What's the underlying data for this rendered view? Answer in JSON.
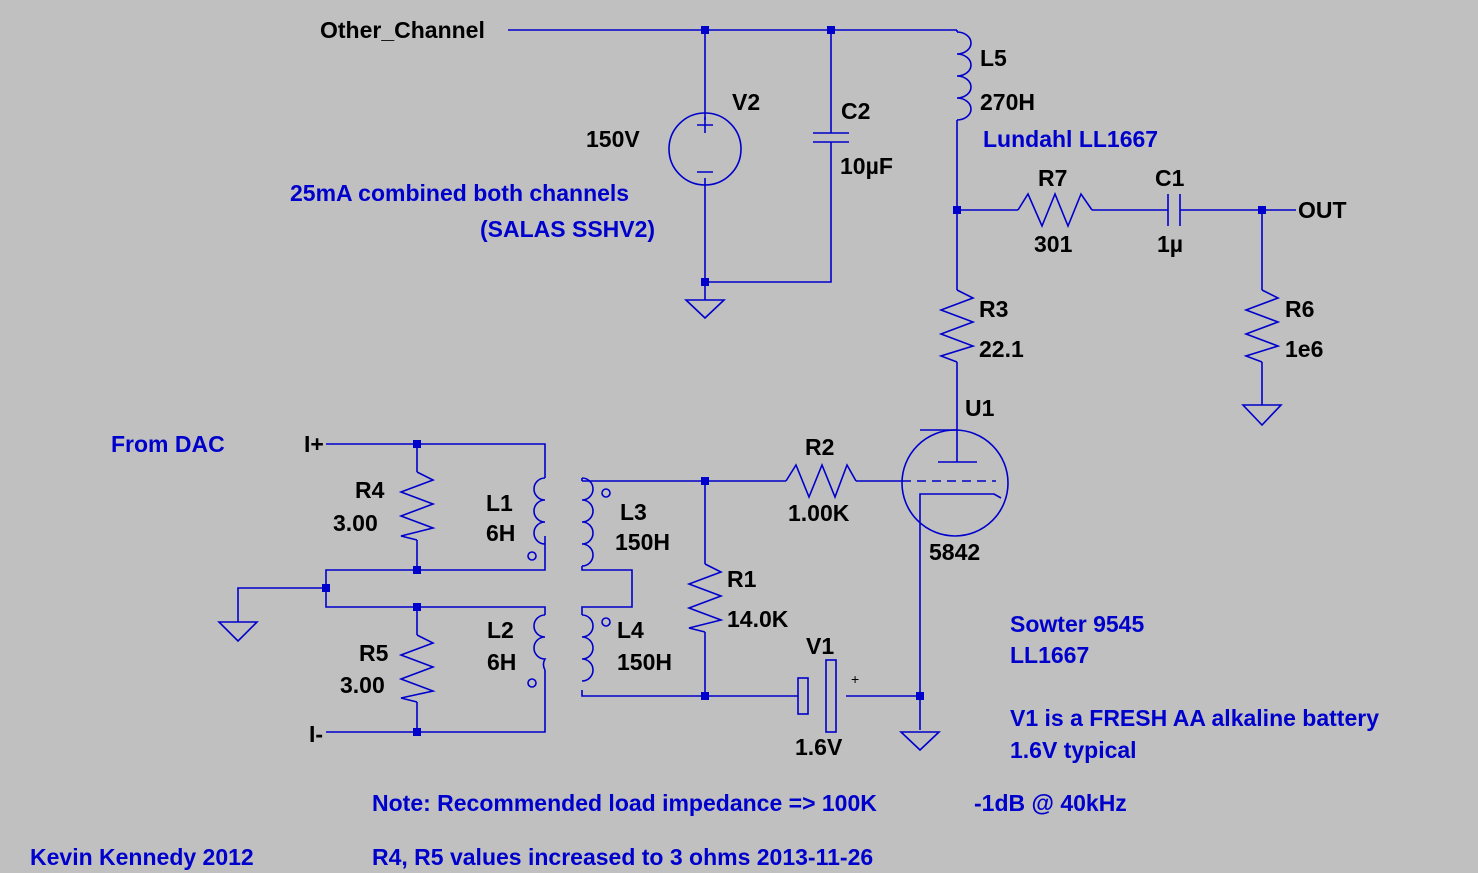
{
  "nets": {
    "other_channel": "Other_Channel",
    "out": "OUT",
    "i_plus": "I+",
    "i_minus": "I-"
  },
  "components": {
    "V2": {
      "ref": "V2",
      "value": "150V"
    },
    "C2": {
      "ref": "C2",
      "value": "10µF"
    },
    "L5": {
      "ref": "L5",
      "value": "270H"
    },
    "R7": {
      "ref": "R7",
      "value": "301"
    },
    "C1": {
      "ref": "C1",
      "value": "1µ"
    },
    "R3": {
      "ref": "R3",
      "value": "22.1"
    },
    "R6": {
      "ref": "R6",
      "value": "1e6"
    },
    "U1": {
      "ref": "U1",
      "value": "5842"
    },
    "R2": {
      "ref": "R2",
      "value": "1.00K"
    },
    "R4": {
      "ref": "R4",
      "value": "3.00"
    },
    "L1": {
      "ref": "L1",
      "value": "6H"
    },
    "L3": {
      "ref": "L3",
      "value": "150H"
    },
    "R1": {
      "ref": "R1",
      "value": "14.0K"
    },
    "R5": {
      "ref": "R5",
      "value": "3.00"
    },
    "L2": {
      "ref": "L2",
      "value": "6H"
    },
    "L4": {
      "ref": "L4",
      "value": "150H"
    },
    "V1": {
      "ref": "V1",
      "value": "1.6V"
    }
  },
  "notes": {
    "supply_1": "25mA combined both channels",
    "supply_2": "(SALAS SSHV2)",
    "choke": "Lundahl LL1667",
    "from_dac": "From DAC",
    "trafo_1": "Sowter 9545",
    "trafo_2": "LL1667",
    "battery_1": "V1 is a FRESH AA alkaline battery",
    "battery_2": "1.6V typical",
    "load": "Note: Recommended load impedance => 100K",
    "response": "-1dB @ 40kHz",
    "author": "Kevin Kennedy 2012",
    "revision": "R4, R5 values increased to 3 ohms 2013-11-26"
  },
  "colors": {
    "background": "#c0c0c0",
    "wire": "#0000cc",
    "label": "#000000",
    "note": "#0000cc"
  }
}
